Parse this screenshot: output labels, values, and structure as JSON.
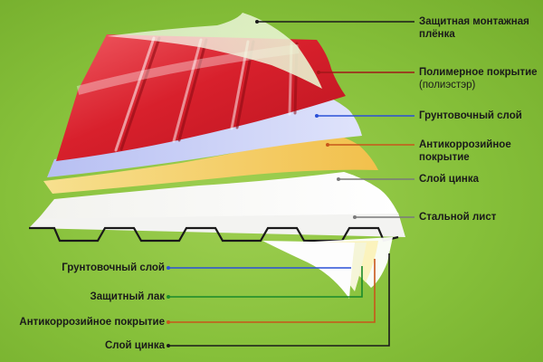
{
  "colors": {
    "background": "#86c03a",
    "polymer": "#d8202c",
    "protective_film": "#eef7d8",
    "primer": "#c9cff5",
    "anticorrosion": "#f3cf6a",
    "zinc": "#f4f2d8",
    "steel": "#f3f3f3",
    "line_black": "#1a1a1a",
    "line_red": "#a01818",
    "line_blue": "#2b50d8",
    "line_orange": "#c8561a",
    "line_grey": "#7a7a7a",
    "line_green": "#1a8a2a"
  },
  "labels_right": {
    "film": "Защитная монтажная плёнка",
    "polymer_main": "Полимерное покрытие",
    "polymer_note": "(полиэстэр)",
    "primer": "Грунтовочный слой",
    "anticorrosion": "Антикоррозийное покрытие",
    "zinc": "Слой цинка",
    "steel": "Стальной лист"
  },
  "labels_left": {
    "primer": "Грунтовочный слой",
    "lacquer": "Защитный лак",
    "anticorrosion": "Антикоррозийное покрытие",
    "zinc": "Слой цинка"
  }
}
